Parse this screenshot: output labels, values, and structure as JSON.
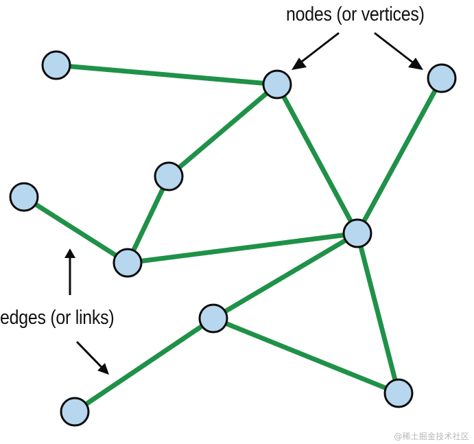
{
  "labels": {
    "nodes": "nodes (or vertices)",
    "edges": "edges (or links)",
    "watermark": "@稀土掘金技术社区"
  },
  "colors": {
    "edge": "#1f9148",
    "node_fill": "#b7d7ee",
    "outline": "#0b0b0b",
    "watermark": "#b8b8b8"
  },
  "graph": {
    "nodes": [
      {
        "id": "n1"
      },
      {
        "id": "n2"
      },
      {
        "id": "n3"
      },
      {
        "id": "n4"
      },
      {
        "id": "n5"
      },
      {
        "id": "n6"
      },
      {
        "id": "n7"
      },
      {
        "id": "n8"
      },
      {
        "id": "n9"
      },
      {
        "id": "n10"
      },
      {
        "id": "n11"
      }
    ],
    "edges": [
      [
        "n1",
        "n2"
      ],
      [
        "n2",
        "n4"
      ],
      [
        "n2",
        "n7"
      ],
      [
        "n3",
        "n7"
      ],
      [
        "n4",
        "n6"
      ],
      [
        "n5",
        "n6"
      ],
      [
        "n6",
        "n7"
      ],
      [
        "n7",
        "n8"
      ],
      [
        "n7",
        "n11"
      ],
      [
        "n8",
        "n11"
      ],
      [
        "n8",
        "n9"
      ]
    ]
  }
}
